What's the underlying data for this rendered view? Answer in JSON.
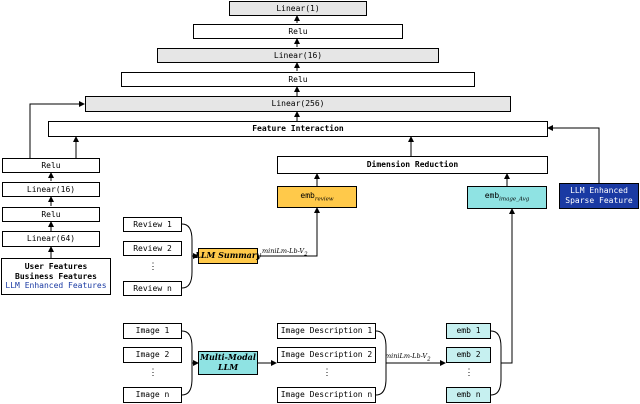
{
  "mlp_top": [
    "Linear(1)",
    "Relu",
    "Linear(16)",
    "Relu",
    "Linear(256)"
  ],
  "feature_interaction": "Feature Interaction",
  "dimension_reduction": "Dimension Reduction",
  "left_mlp": [
    "Relu",
    "Linear(16)",
    "Relu",
    "Linear(64)"
  ],
  "user_features": {
    "line1": "User Features",
    "line2": "Business Features",
    "line3": "LLM Enhanced Features"
  },
  "emb_review": {
    "base": "emb",
    "sub": "review"
  },
  "emb_image_avg": {
    "base": "emb",
    "sub": "image_Avg"
  },
  "sparse_feature": {
    "line1": "LLM Enhanced",
    "line2": "Sparse Feature"
  },
  "reviews": [
    "Review 1",
    "Review 2",
    "Review n"
  ],
  "llm_summary": "LLM Summary",
  "minilm_top": {
    "base": "miniLm-Lb-V",
    "sub": "2"
  },
  "images": [
    "Image 1",
    "Image 2",
    "Image n"
  ],
  "multimodal_llm": {
    "line1": "Multi-Modal",
    "line2": "LLM"
  },
  "image_descriptions": [
    "Image Description 1",
    "Image Description 2",
    "Image Description n"
  ],
  "minilm_bottom": {
    "base": "miniLm-Lb-V",
    "sub": "2"
  },
  "embs": [
    "emb 1",
    "emb 2",
    "emb n"
  ],
  "ellipsis": "⋮"
}
